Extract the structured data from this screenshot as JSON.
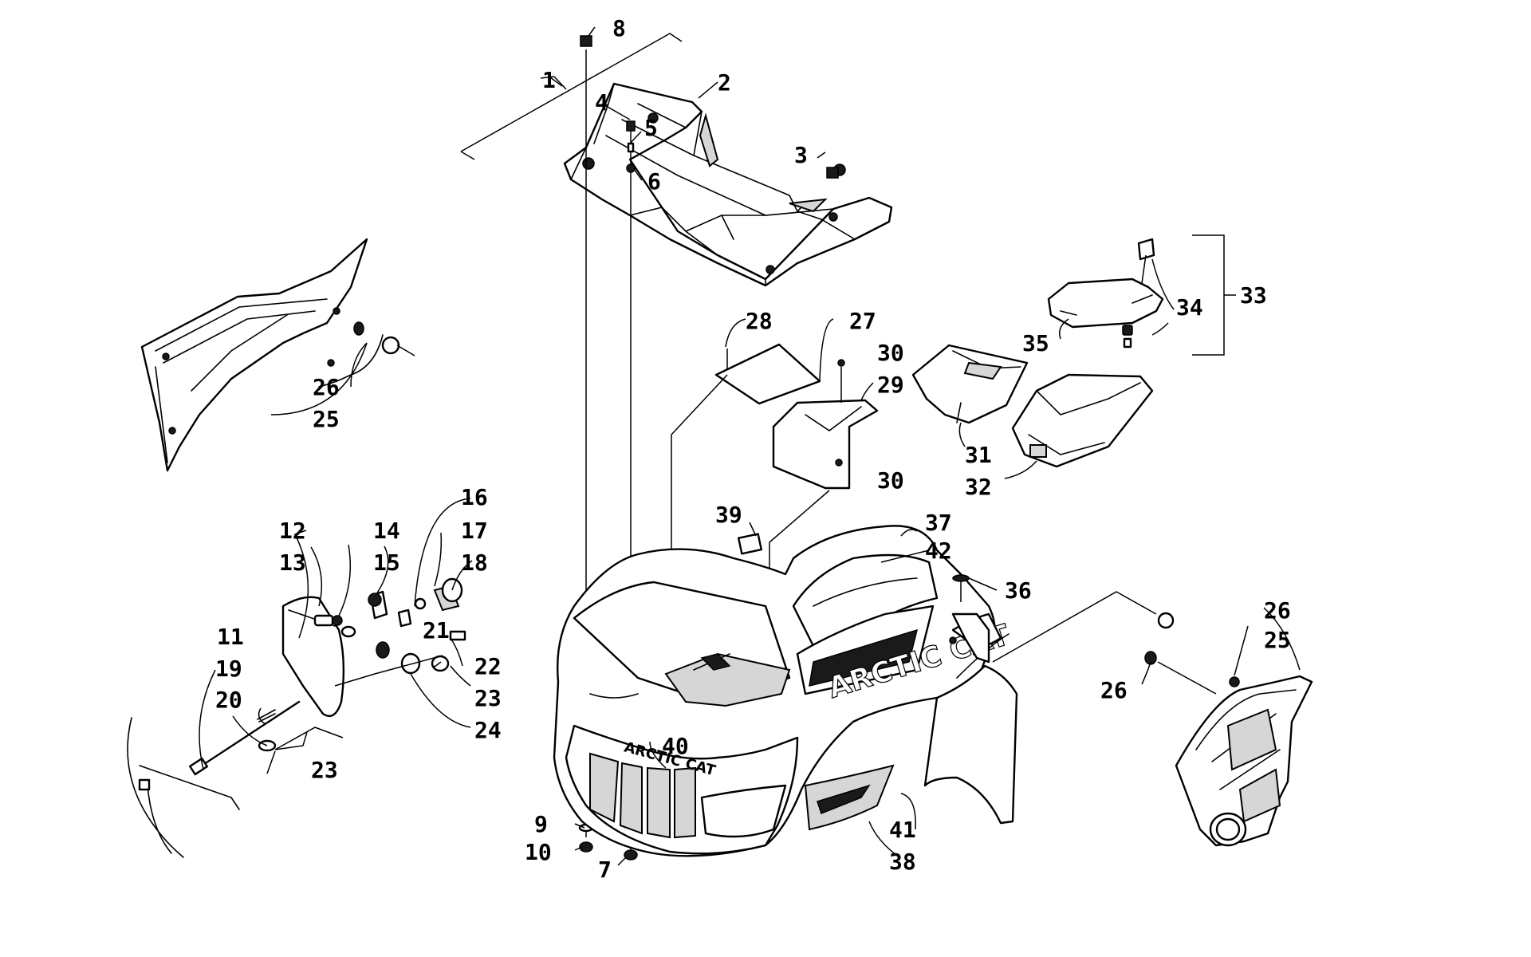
{
  "callouts": [
    {
      "id": "c1",
      "label": "1"
    },
    {
      "id": "c2",
      "label": "2"
    },
    {
      "id": "c3",
      "label": "3"
    },
    {
      "id": "c4",
      "label": "4"
    },
    {
      "id": "c5",
      "label": "5"
    },
    {
      "id": "c6",
      "label": "6"
    },
    {
      "id": "c7",
      "label": "7"
    },
    {
      "id": "c8",
      "label": "8"
    },
    {
      "id": "c9",
      "label": "9"
    },
    {
      "id": "c10",
      "label": "10"
    },
    {
      "id": "c11",
      "label": "11"
    },
    {
      "id": "c12",
      "label": "12"
    },
    {
      "id": "c13",
      "label": "13"
    },
    {
      "id": "c14",
      "label": "14"
    },
    {
      "id": "c15",
      "label": "15"
    },
    {
      "id": "c16",
      "label": "16"
    },
    {
      "id": "c17",
      "label": "17"
    },
    {
      "id": "c18",
      "label": "18"
    },
    {
      "id": "c19",
      "label": "19"
    },
    {
      "id": "c20",
      "label": "20"
    },
    {
      "id": "c21",
      "label": "21"
    },
    {
      "id": "c22",
      "label": "22"
    },
    {
      "id": "c23a",
      "label": "23"
    },
    {
      "id": "c23b",
      "label": "23"
    },
    {
      "id": "c24",
      "label": "24"
    },
    {
      "id": "c25a",
      "label": "25"
    },
    {
      "id": "c25b",
      "label": "25"
    },
    {
      "id": "c26a",
      "label": "26"
    },
    {
      "id": "c26b",
      "label": "26"
    },
    {
      "id": "c26c",
      "label": "26"
    },
    {
      "id": "c27",
      "label": "27"
    },
    {
      "id": "c28",
      "label": "28"
    },
    {
      "id": "c29",
      "label": "29"
    },
    {
      "id": "c30a",
      "label": "30"
    },
    {
      "id": "c30b",
      "label": "30"
    },
    {
      "id": "c31",
      "label": "31"
    },
    {
      "id": "c32",
      "label": "32"
    },
    {
      "id": "c33",
      "label": "33"
    },
    {
      "id": "c34",
      "label": "34"
    },
    {
      "id": "c35",
      "label": "35"
    },
    {
      "id": "c36",
      "label": "36"
    },
    {
      "id": "c37",
      "label": "37"
    },
    {
      "id": "c38",
      "label": "38"
    },
    {
      "id": "c39",
      "label": "39"
    },
    {
      "id": "c40",
      "label": "40"
    },
    {
      "id": "c41",
      "label": "41"
    },
    {
      "id": "c42",
      "label": "42"
    }
  ],
  "brand_marks": {
    "side_decal": "ARCTIC CAT",
    "front_decal": "ARCTIC CAT"
  }
}
